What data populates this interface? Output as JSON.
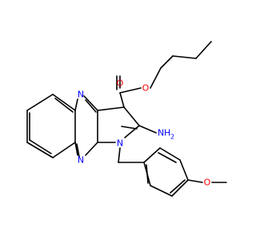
{
  "colors": {
    "bond": "#000000",
    "oxygen": "#ff0000",
    "nitrogen": "#0000ff",
    "background": "#ffffff"
  },
  "atom_labels": {
    "ester_carbonyl_o": "O",
    "ester_ether_o": "O",
    "amino_n": "N",
    "amino_h": "H",
    "amino_h_count": "2",
    "quinoxaline_n_upper": "N",
    "quinoxaline_n_lower": "N",
    "pyrrole_n": "N",
    "methoxy_o": "O"
  }
}
